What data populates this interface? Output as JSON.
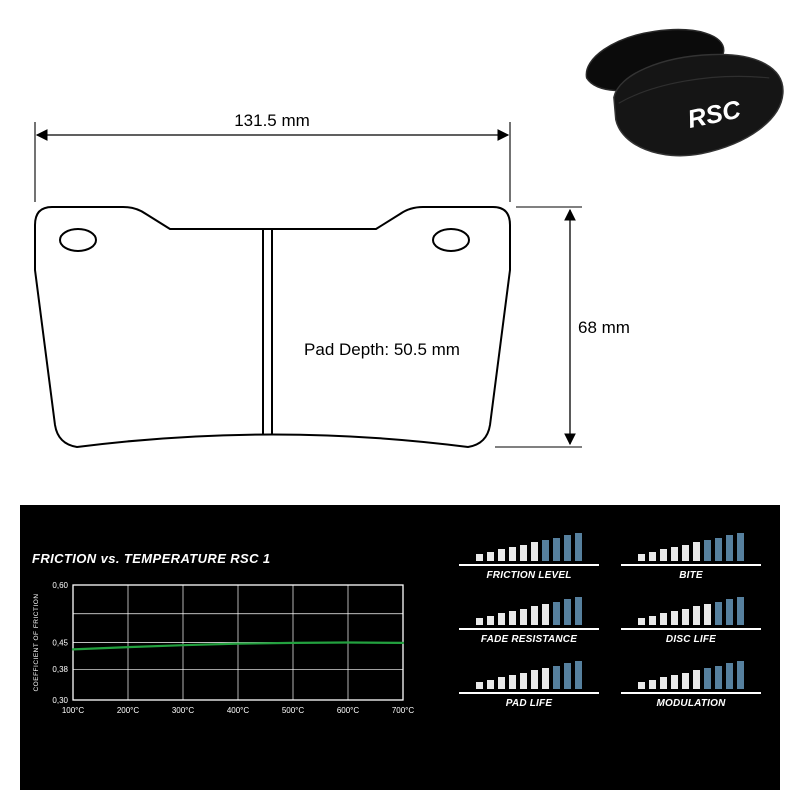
{
  "drawing": {
    "width_label": "131.5 mm",
    "height_label": "68 mm",
    "pad_depth_label": "Pad Depth: 50.5 mm"
  },
  "product_photo": {
    "logo": "RSC"
  },
  "panel": {
    "title": "FRICTION vs. TEMPERATURE RSC 1",
    "colors": {
      "panel_bg": "#000000",
      "bar_default": "#e9e9e9",
      "bar_highlight": "#56809e",
      "line": "#23a13f",
      "grid": "#ffffff"
    },
    "ratings": [
      {
        "label": "FRICTION LEVEL",
        "total": 10,
        "highlighted": 4
      },
      {
        "label": "BITE",
        "total": 10,
        "highlighted": 4
      },
      {
        "label": "FADE RESISTANCE",
        "total": 10,
        "highlighted": 3
      },
      {
        "label": "DISC LIFE",
        "total": 10,
        "highlighted": 3
      },
      {
        "label": "PAD LIFE",
        "total": 10,
        "highlighted": 3
      },
      {
        "label": "MODULATION",
        "total": 10,
        "highlighted": 4
      }
    ]
  },
  "chart_data": {
    "type": "line",
    "title": "FRICTION vs. TEMPERATURE RSC 1",
    "ylabel": "COEFFICIENT OF FRICTION",
    "x": [
      100,
      200,
      300,
      400,
      500,
      600,
      700
    ],
    "xtick_labels": [
      "100°C",
      "200°C",
      "300°C",
      "400°C",
      "500°C",
      "600°C",
      "700°C"
    ],
    "series": [
      {
        "name": "RSC 1",
        "color": "#23a13f",
        "values": [
          0.432,
          0.438,
          0.443,
          0.447,
          0.449,
          0.45,
          0.449
        ]
      }
    ],
    "ylim": [
      0.3,
      0.6
    ],
    "yticks": [
      0.6,
      0.45,
      0.38,
      0.3
    ],
    "ytick_labels": [
      "0,60",
      "0,45",
      "0,38",
      "0,30"
    ],
    "gridlines_y": [
      0.6,
      0.525,
      0.45,
      0.38,
      0.3
    ],
    "grid": true,
    "legend": "none"
  }
}
